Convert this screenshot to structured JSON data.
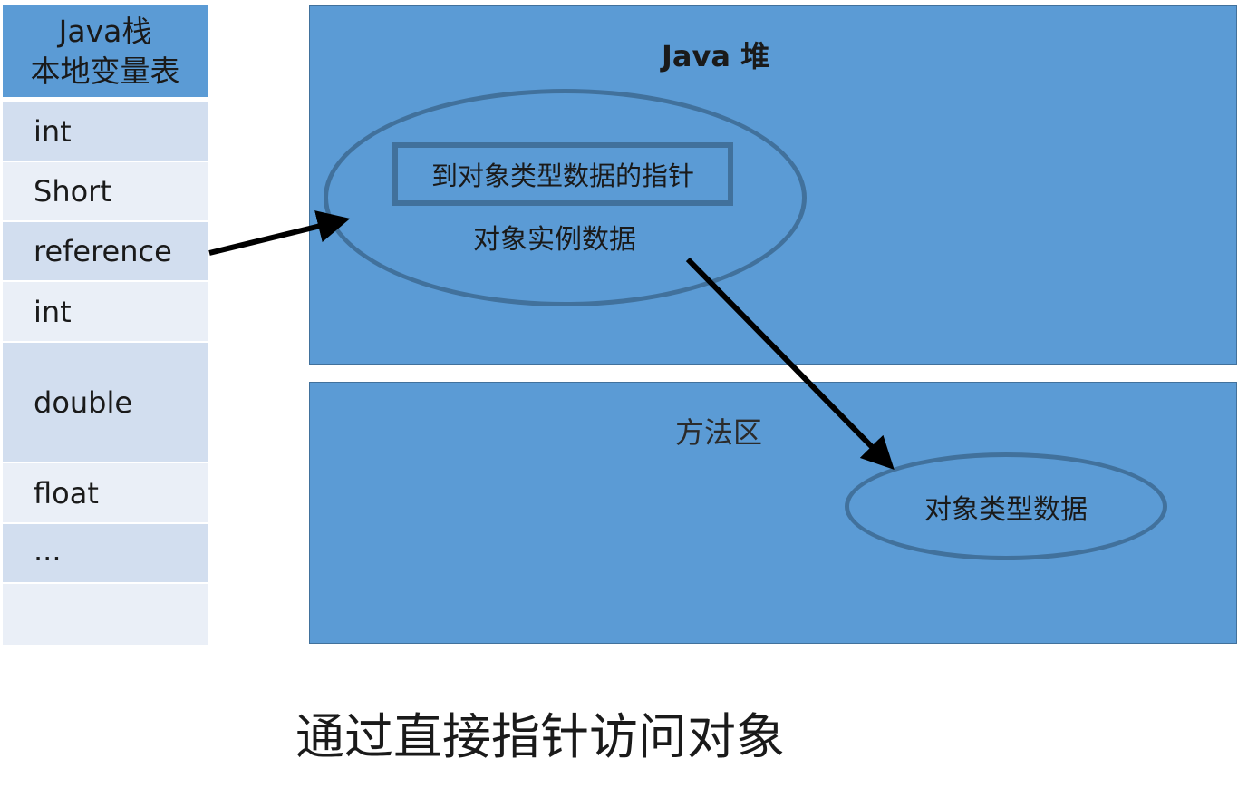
{
  "stack": {
    "title_line1": "Java栈",
    "title_line2": "本地变量表",
    "rows": [
      {
        "label": "int",
        "height": "normal"
      },
      {
        "label": "Short",
        "height": "normal"
      },
      {
        "label": "reference",
        "height": "normal"
      },
      {
        "label": "int",
        "height": "normal"
      },
      {
        "label": "double",
        "height": "double"
      },
      {
        "label": "float",
        "height": "normal"
      },
      {
        "label": "...",
        "height": "normal"
      },
      {
        "label": "",
        "height": "normal"
      }
    ]
  },
  "heap": {
    "title": "Java 堆",
    "pointer_label": "到对象类型数据的指针",
    "instance_label": "对象实例数据"
  },
  "method_area": {
    "title": "方法区",
    "type_label": "对象类型数据"
  },
  "caption": "通过直接指针访问对象",
  "colors": {
    "box_fill": "#5b9bd5",
    "box_border": "#41719c",
    "row_dark": "#d2deef",
    "row_light": "#eaeff7",
    "arrow": "#000000"
  }
}
